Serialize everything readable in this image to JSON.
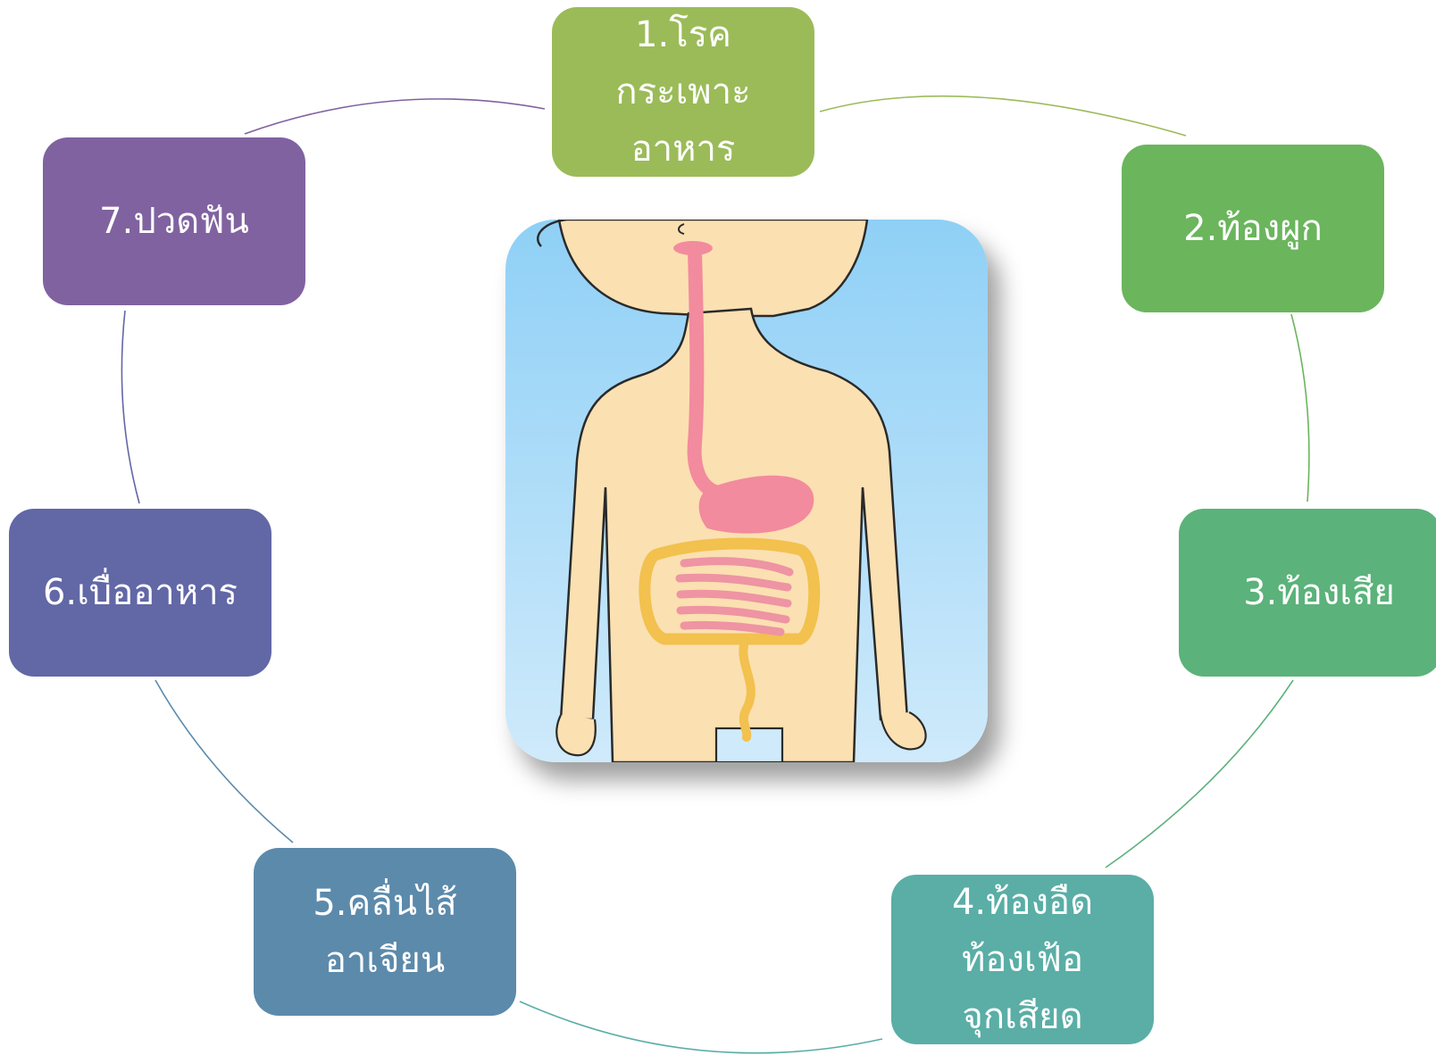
{
  "nodes": [
    {
      "id": "1",
      "label": "1.โรค\nกระเพาะ\nอาหาร",
      "color": "#9bbb59"
    },
    {
      "id": "2",
      "label": "2.ท้องผูก",
      "color": "#6bb55d"
    },
    {
      "id": "3",
      "label": "3.ท้องเสีย",
      "color": "#5bb27a"
    },
    {
      "id": "4",
      "label": "4.ท้องอืด\nท้องเฟ้อ\nจุกเสียด",
      "color": "#5aaea6"
    },
    {
      "id": "5",
      "label": "5.คลื่นไส้\nอาเจียน",
      "color": "#5c8aab"
    },
    {
      "id": "6",
      "label": "6.เบื่ออาหาร",
      "color": "#6267a6"
    },
    {
      "id": "7",
      "label": "7.ปวดฟัน",
      "color": "#8062a0"
    }
  ],
  "connectors": [
    {
      "from": "1",
      "to": "2",
      "color": "#9bbb59"
    },
    {
      "from": "2",
      "to": "3",
      "color": "#6bb55d"
    },
    {
      "from": "3",
      "to": "4",
      "color": "#5bb27a"
    },
    {
      "from": "4",
      "to": "5",
      "color": "#5aaea6"
    },
    {
      "from": "5",
      "to": "6",
      "color": "#5c8aab"
    },
    {
      "from": "6",
      "to": "7",
      "color": "#6267a6"
    },
    {
      "from": "7",
      "to": "1",
      "color": "#8062a0"
    }
  ],
  "illustration": {
    "subject": "child-digestive-system",
    "colors": {
      "background": "#a8d8f5",
      "skin": "#fbe0b2",
      "organs": "#f28b9d",
      "colon": "#f2c14e"
    }
  }
}
